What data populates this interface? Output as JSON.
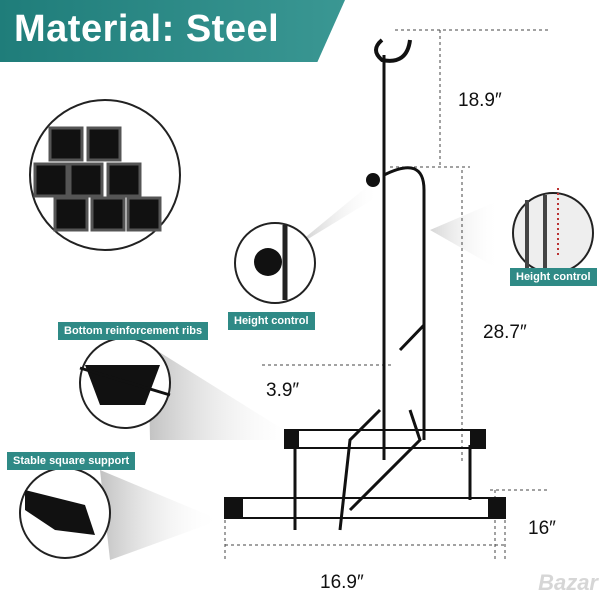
{
  "banner": {
    "title": "Material: Steel"
  },
  "callouts": {
    "height_control_left": "Height control",
    "height_control_right": "Height control",
    "bottom_ribs": "Bottom reinforcement ribs",
    "square_support": "Stable square support"
  },
  "dimensions": {
    "top_height": "18.9″",
    "main_height": "28.7″",
    "hook_depth": "3.9″",
    "base_depth": "16″",
    "base_width": "16.9″"
  },
  "watermark": "Bazar",
  "colors": {
    "accent": "#2f8a86"
  }
}
